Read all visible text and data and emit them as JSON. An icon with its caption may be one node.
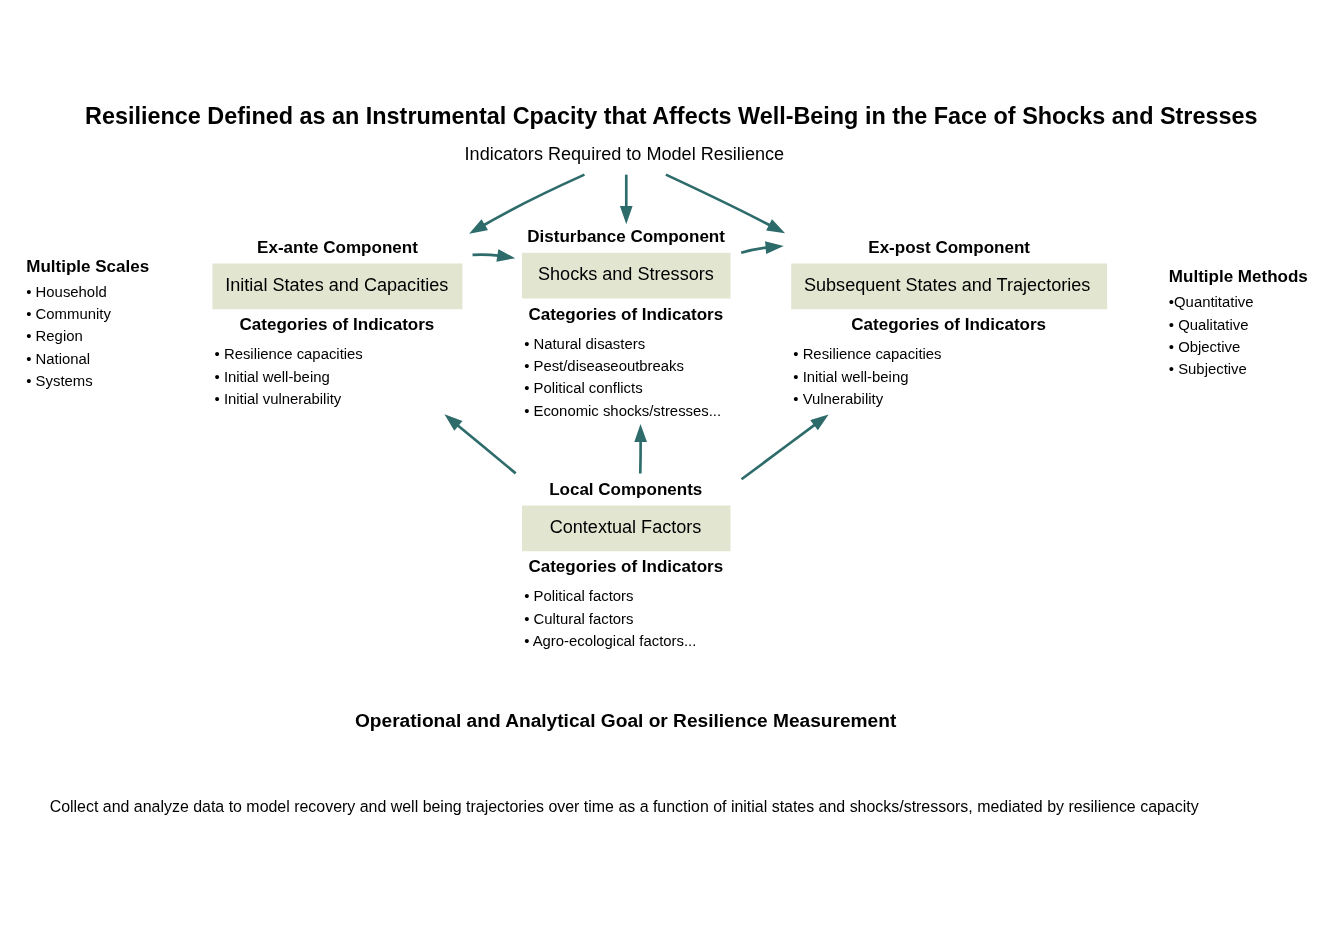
{
  "diagram": {
    "title": "Resilience Defined as an Instrumental Cpacity that Affects Well-Being in the Face of Shocks and Stresses",
    "nodes": [
      {
        "text": [
          "Indicators Required to Model Resilience"
        ]
      },
      {
        "text": [
          "Ex-ante Component",
          "Initial States and Capacities"
        ],
        "beside": [
          "Categories of Indicators",
          "• Resilience capacities",
          "• Initial well-being",
          "• Initial vulnerability"
        ]
      },
      {
        "text": [
          "Disturbance Component",
          "Shocks and Stressors"
        ],
        "beside": [
          "Categories of Indicators",
          "• Natural disasters",
          "• Pest/diseaseoutbreaks",
          "• Political conflicts",
          "• Economic shocks/stresses..."
        ]
      },
      {
        "text": [
          "Ex-post Component",
          "Subsequent States and Trajectories"
        ],
        "beside": [
          "Categories of Indicators",
          "• Resilience capacities",
          "• Initial well-being",
          "• Vulnerability"
        ]
      },
      {
        "text": [
          "Local Components",
          "Contextual Factors"
        ],
        "beside": [
          "Categories of Indicators",
          "• Political factors",
          "• Cultural factors",
          "• Agro-ecological factors..."
        ]
      }
    ],
    "edges": [
      {
        "from": 0,
        "to": 1,
        "arrow": "to"
      },
      {
        "from": 0,
        "to": 2,
        "arrow": "to"
      },
      {
        "from": 0,
        "to": 3,
        "arrow": "to"
      },
      {
        "from": 1,
        "to": 2,
        "arrow": "to"
      },
      {
        "from": 2,
        "to": 3,
        "arrow": "to"
      },
      {
        "from": 4,
        "to": 1,
        "arrow": "to"
      },
      {
        "from": 4,
        "to": 2,
        "arrow": "to"
      },
      {
        "from": 4,
        "to": 3,
        "arrow": "to"
      }
    ],
    "labels": [
      "Multiple Scales",
      "• Household",
      "• Community",
      "• Region",
      "• National",
      "• Systems",
      "Multiple Methods",
      "•Quantitative",
      "• Qualitative",
      "• Objective",
      "• Subjective",
      "Operational and Analytical Goal or Resilience Measurement",
      "Collect and analyze data to model recovery and well being trajectories over time as a function of initial states and shocks/stressors, mediated by resilience capacity"
    ]
  }
}
